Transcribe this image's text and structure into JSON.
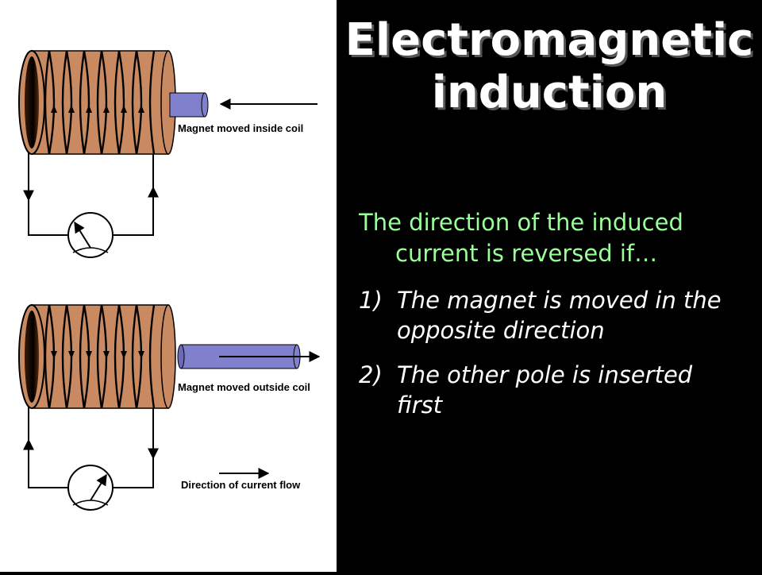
{
  "slide": {
    "title_line1": "Electromagnetic",
    "title_line2": "induction",
    "lead_line1": "The direction of the induced",
    "lead_line2": "current is reversed if…",
    "items": [
      {
        "number": "1)",
        "line1": "The magnet is moved in the",
        "line2": "opposite direction"
      },
      {
        "number": "2)",
        "line1": "The other pole is inserted",
        "line2": "first"
      }
    ]
  },
  "diagram": {
    "label_inside": "Magnet moved inside coil",
    "label_outside": "Magnet moved outside coil",
    "label_direction": "Direction of current flow"
  },
  "colors": {
    "background": "#000000",
    "diagram_background": "#ffffff",
    "title": "#ffffff",
    "lead_text": "#99ff99",
    "list_text": "#ffffff",
    "coil_copper": "#c98a62",
    "magnet": "#8080cc"
  }
}
